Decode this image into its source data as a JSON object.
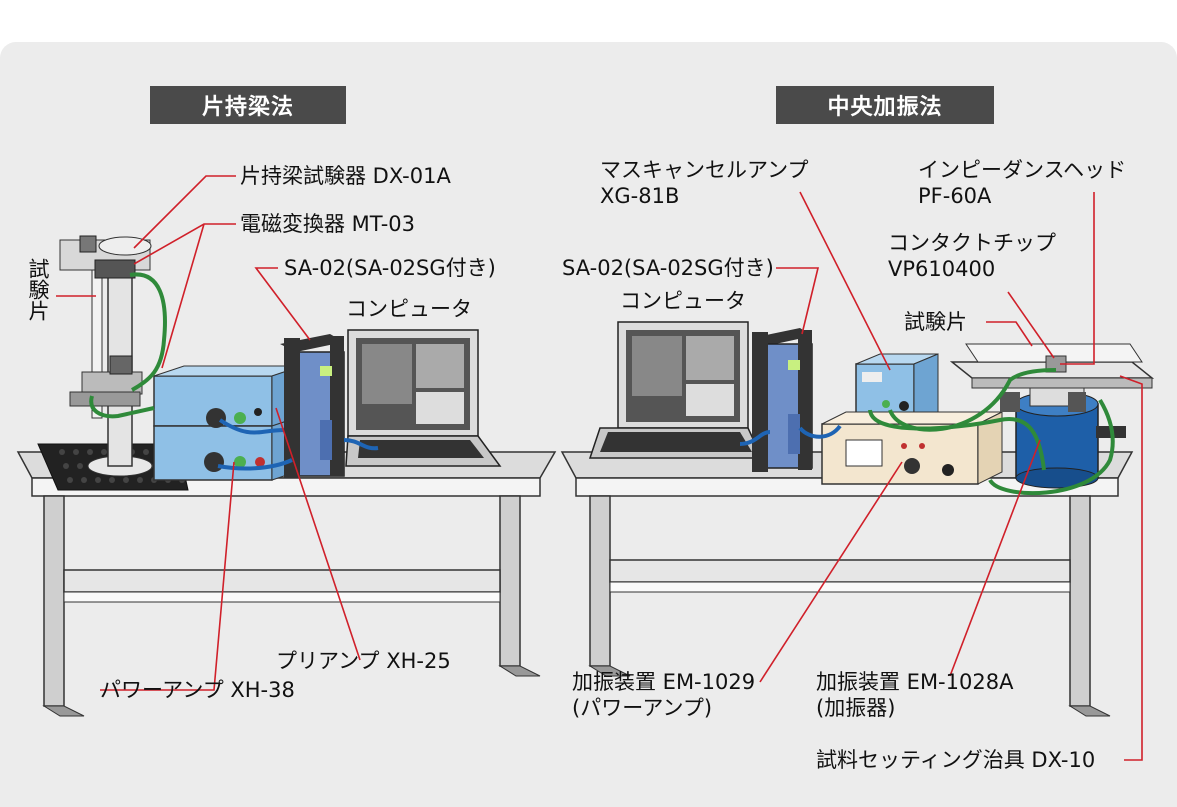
{
  "sections": {
    "left_title": "片持梁法",
    "right_title": "中央加振法"
  },
  "labels": {
    "cantilever_tester": "片持梁試験器 DX-01A",
    "em_transducer": "電磁変換器 MT-03",
    "specimen_left": "試験片",
    "sa02_left": "SA-02(SA-02SG付き)",
    "computer_left": "コンピュータ",
    "preamp": "プリアンプ XH-25",
    "power_amp": "パワーアンプ XH-38",
    "mass_cancel_line1": "マスキャンセルアンプ",
    "mass_cancel_line2": "XG-81B",
    "impedance_line1": "インピーダンスヘッド",
    "impedance_line2": "PF-60A",
    "contact_tip_line1": "コンタクトチップ",
    "contact_tip_line2": "VP610400",
    "sa02_right": "SA-02(SA-02SG付き)",
    "computer_right": "コンピュータ",
    "specimen_right": "試験片",
    "exciter_1029_line1": "加振装置 EM-1029",
    "exciter_1029_line2": "(パワーアンプ)",
    "exciter_1028_line1": "加振装置 EM-1028A",
    "exciter_1028_line2": "(加振器)",
    "fixture": "試料セッティング治具 DX-10"
  },
  "colors": {
    "header_bg": "#4a4a4a",
    "leader_line": "#d0202a",
    "cable_blue": "#1e64b4",
    "cable_green": "#2f8a3a",
    "instrument_blue": "#7fb2de",
    "exciter_blue": "#1e5fa8",
    "panel_bg": "#ececec"
  }
}
